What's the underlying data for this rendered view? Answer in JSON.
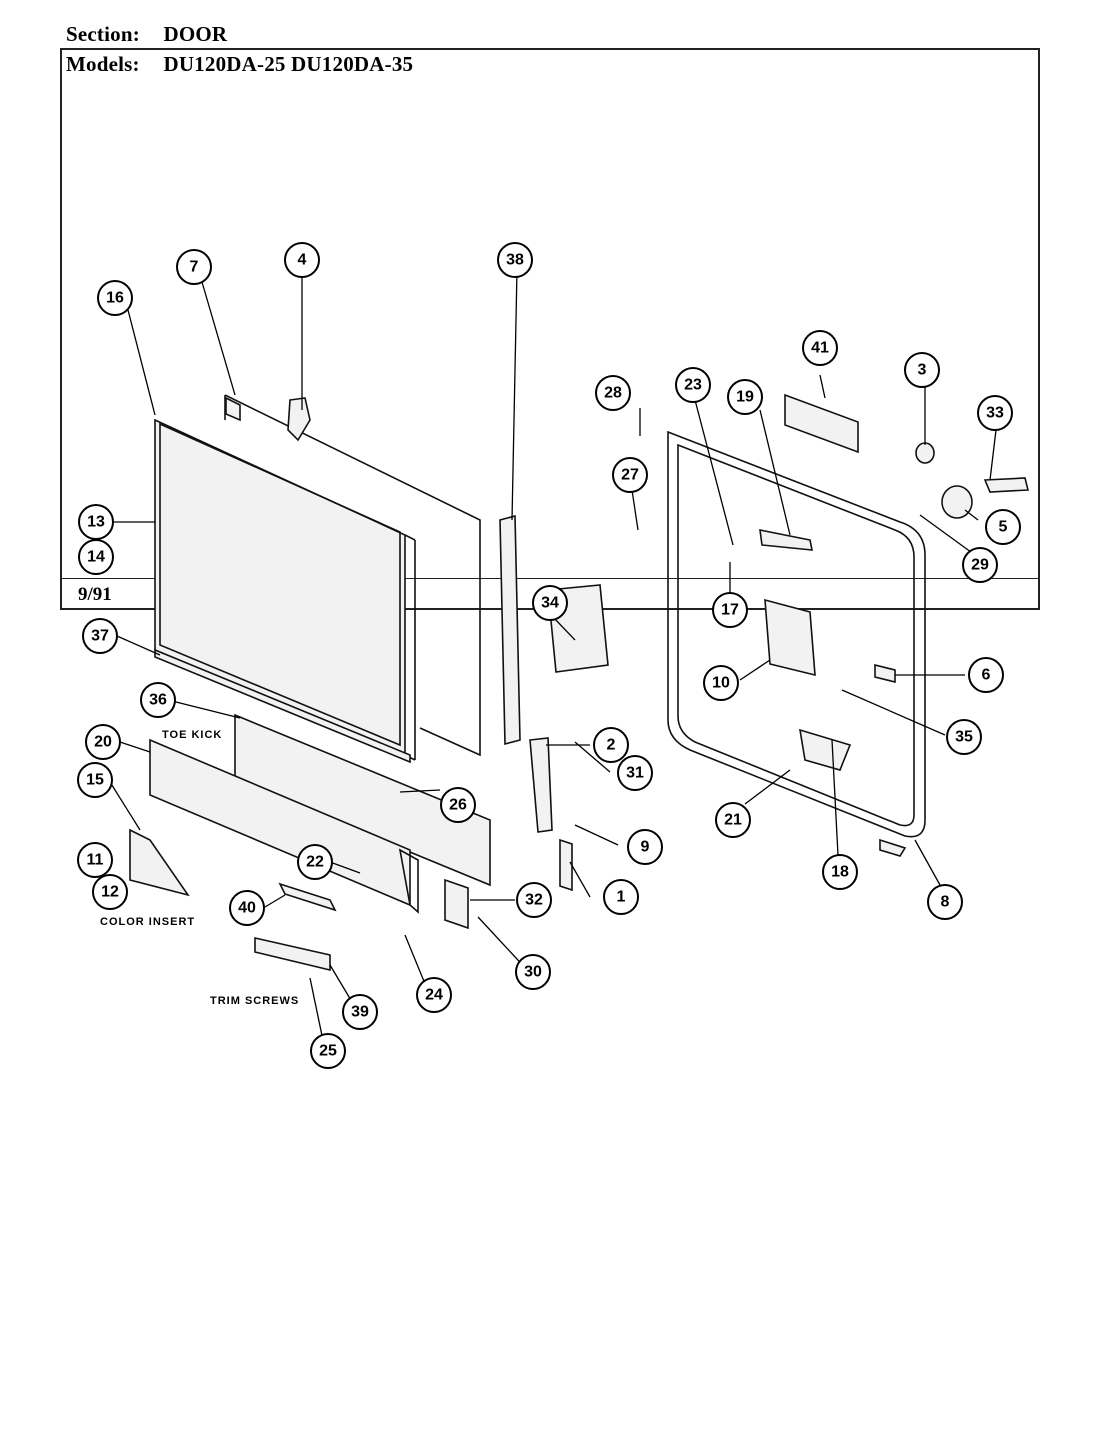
{
  "header": {
    "section_label": "Section:",
    "section_value": "DOOR",
    "models_label": "Models:",
    "models_value": "DU120DA-25  DU120DA-35"
  },
  "footer": {
    "date": "9/91"
  },
  "notes": {
    "toe_kick": "TOE KICK",
    "color_insert": "COLOR INSERT",
    "trim_screws": "TRIM SCREWS"
  },
  "callouts": [
    "1",
    "2",
    "3",
    "4",
    "5",
    "6",
    "7",
    "8",
    "9",
    "10",
    "11",
    "12",
    "13",
    "14",
    "15",
    "16",
    "17",
    "18",
    "19",
    "20",
    "21",
    "22",
    "23",
    "24",
    "25",
    "26",
    "27",
    "28",
    "29",
    "30",
    "31",
    "32",
    "33",
    "34",
    "35",
    "36",
    "37",
    "38",
    "39",
    "40",
    "41"
  ]
}
